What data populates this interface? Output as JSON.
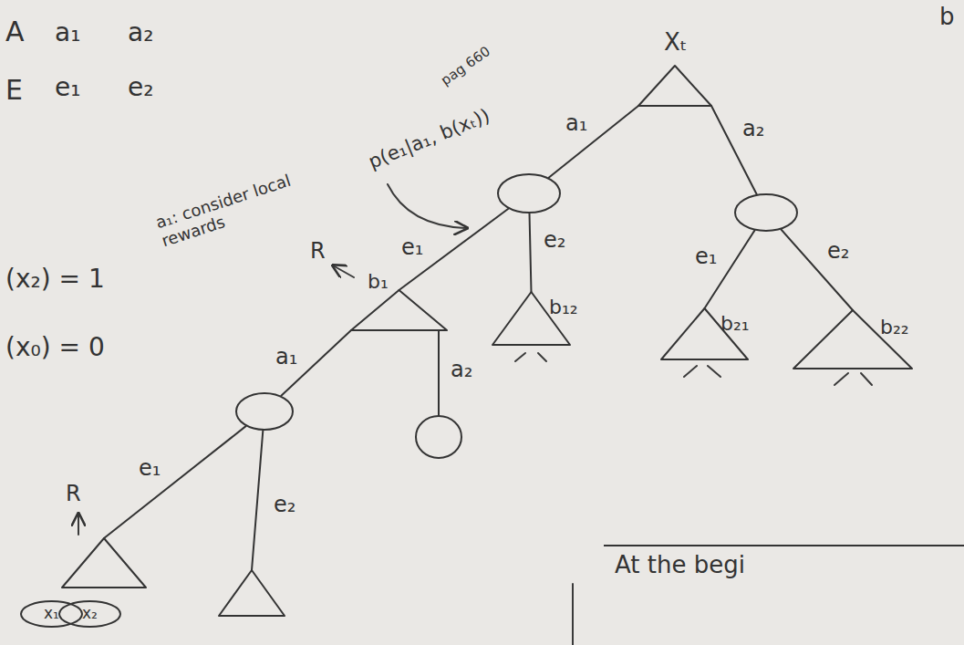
{
  "diagram": {
    "nodes": [
      {
        "text": [
          "Xₜ"
        ]
      },
      {
        "text": []
      },
      {
        "text": []
      },
      {
        "text": [
          "b₁"
        ]
      },
      {
        "text": [
          "b₁₂"
        ]
      },
      {
        "text": [
          "b₂₁"
        ]
      },
      {
        "text": [
          "b₂₂"
        ]
      },
      {
        "text": []
      },
      {
        "text": []
      },
      {
        "text": []
      },
      {
        "text": []
      },
      {
        "text": [
          "At the begi"
        ]
      },
      {
        "text": [
          "x₁"
        ]
      },
      {
        "text": [
          "x₂"
        ]
      }
    ],
    "edges": [
      {
        "from": 0,
        "to": 1,
        "label": "a₁",
        "arrow": "none"
      },
      {
        "from": 0,
        "to": 2,
        "label": "a₂",
        "arrow": "none"
      },
      {
        "from": 1,
        "to": 3,
        "label": "e₁",
        "arrow": "none"
      },
      {
        "from": 1,
        "to": 4,
        "label": "e₂",
        "arrow": "none"
      },
      {
        "from": 2,
        "to": 5,
        "label": "e₁",
        "arrow": "none"
      },
      {
        "from": 2,
        "to": 6,
        "label": "e₂",
        "arrow": "none"
      },
      {
        "from": 3,
        "to": 7,
        "label": "a₁",
        "arrow": "none"
      },
      {
        "from": 3,
        "to": 8,
        "label": "a₂",
        "arrow": "none"
      },
      {
        "from": 7,
        "to": 9,
        "label": "e₁",
        "arrow": "none"
      },
      {
        "from": 7,
        "to": 10,
        "label": "e₂",
        "arrow": "none"
      }
    ],
    "labels": [
      "A",
      "a₁",
      "a₂",
      "E",
      "e₁",
      "e₂",
      "(x₂) = 1",
      "(x₀) = 0",
      "b",
      "pag 660",
      "p(e₁|a₁, b(xₜ))",
      "a₁: consider local rewards",
      "R",
      "R"
    ]
  }
}
